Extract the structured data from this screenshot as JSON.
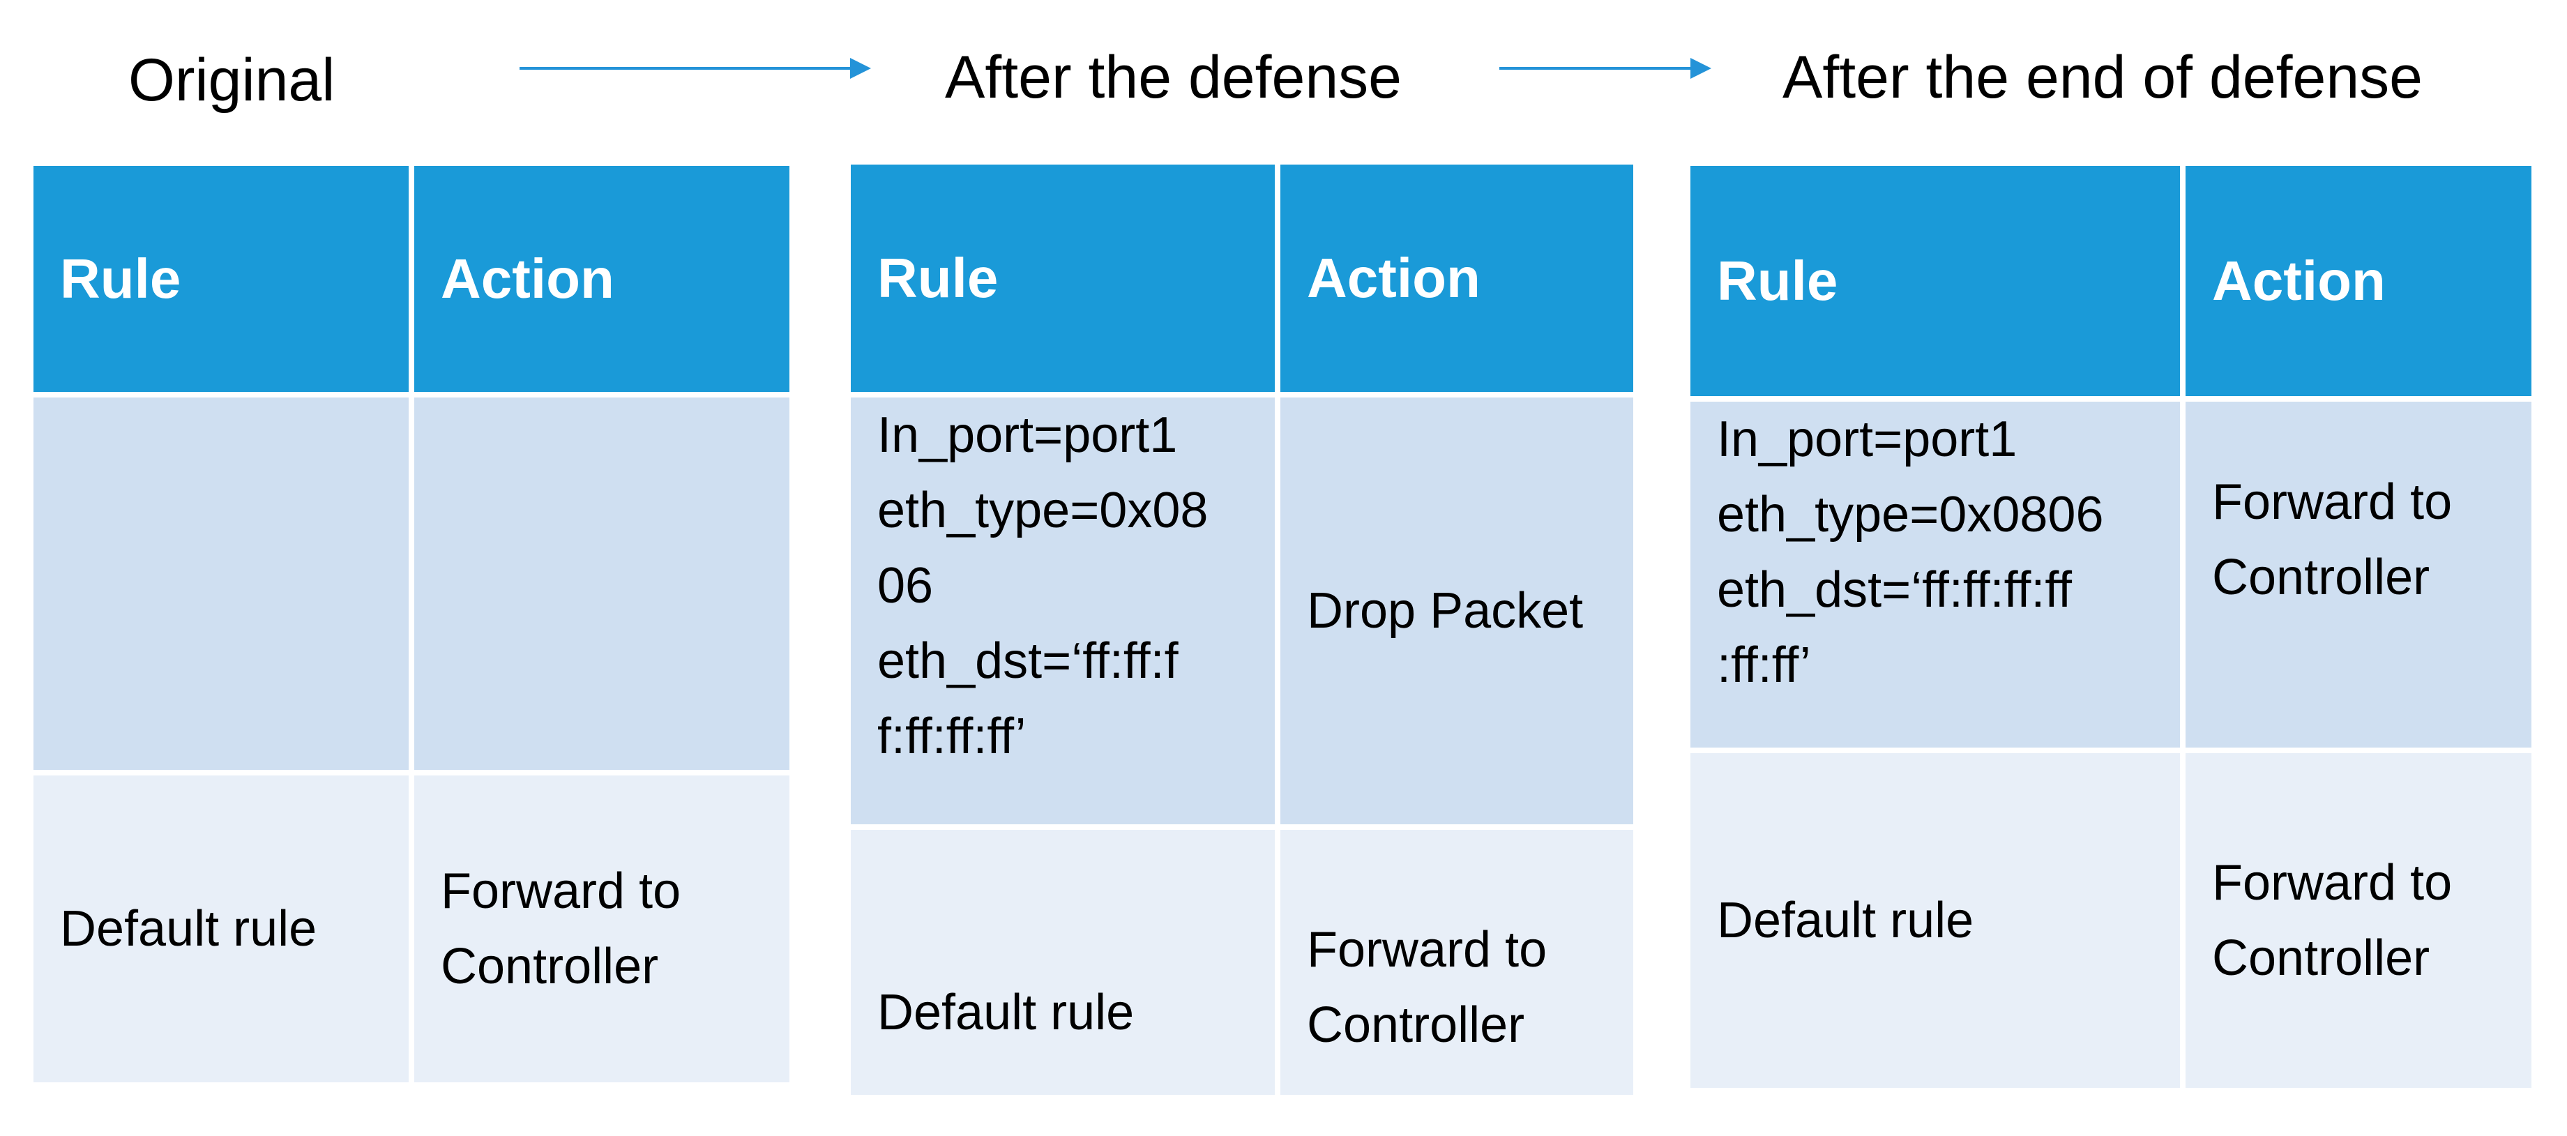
{
  "stages": [
    {
      "title": "Original",
      "columns": [
        "Rule",
        "Action"
      ],
      "rows": [
        {
          "rule": "",
          "action": ""
        },
        {
          "rule": "Default rule",
          "action": "Forward to\nController"
        }
      ]
    },
    {
      "title": "After the defense",
      "columns": [
        "Rule",
        "Action"
      ],
      "rows": [
        {
          "rule": "In_port=port1\neth_type=0x08\n06\neth_dst=‘ff:ff:f\nf:ff:ff:ff’",
          "action": "Drop Packet"
        },
        {
          "rule": "Default rule",
          "action": "Forward to\nController"
        }
      ]
    },
    {
      "title": "After the end of defense",
      "columns": [
        "Rule",
        "Action"
      ],
      "rows": [
        {
          "rule": "In_port=port1\neth_type=0x0806\neth_dst=‘ff:ff:ff:ff\n:ff:ff’",
          "action": "Forward to\nController"
        },
        {
          "rule": "Default rule",
          "action": "Forward to\nController"
        }
      ]
    }
  ],
  "colors": {
    "header_fill": "#1a9ad8",
    "row_a_fill": "#cfdff1",
    "row_b_fill": "#e8eff8",
    "arrow": "#2493d8"
  }
}
